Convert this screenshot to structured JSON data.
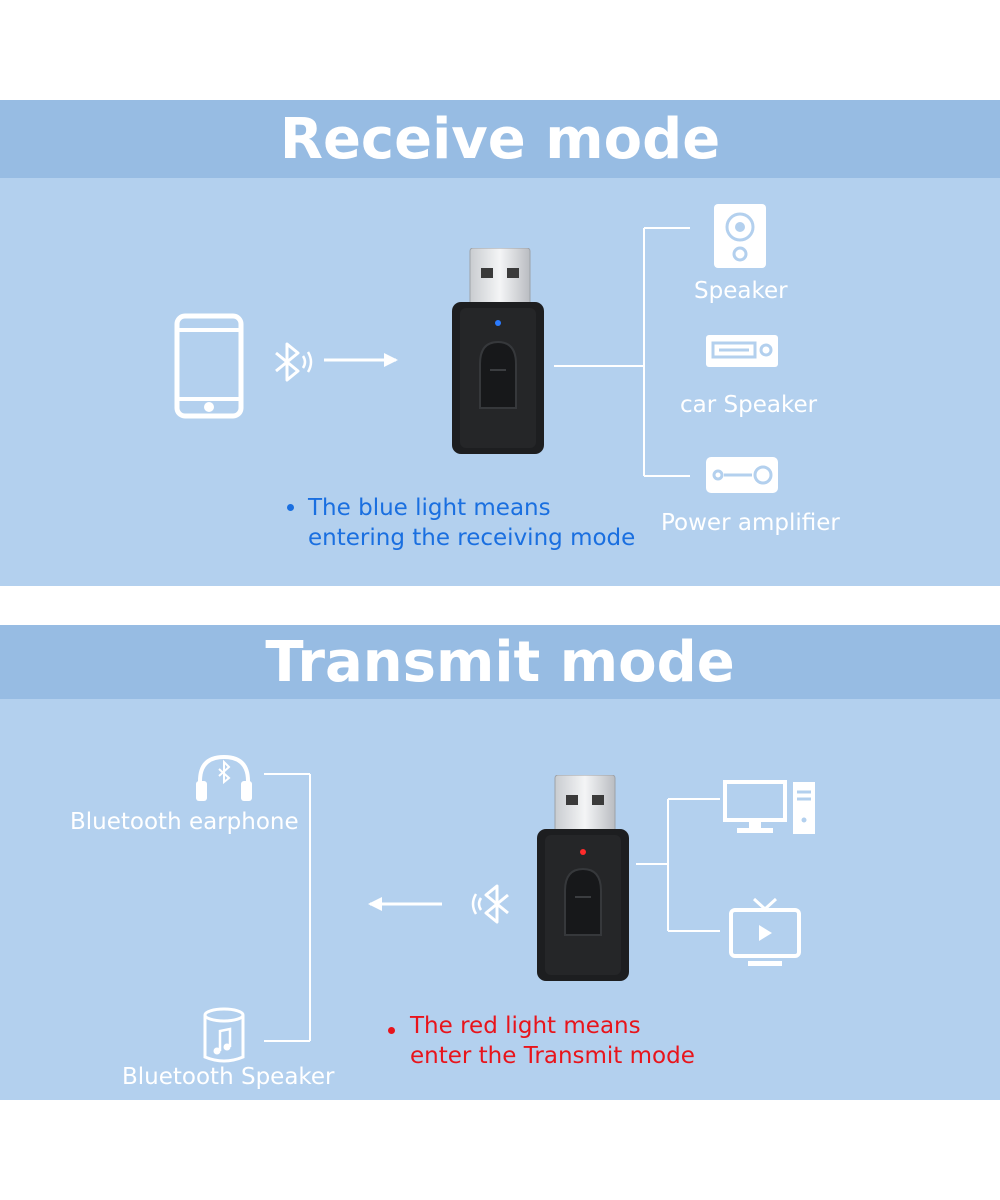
{
  "receive": {
    "title": "Receive mode",
    "outputs": {
      "speaker": "Speaker",
      "car_speaker": "car Speaker",
      "power_amplifier": "Power amplifier"
    },
    "note_line1": "The blue light means",
    "note_line2": "entering the receiving mode",
    "note_color": "#1a6fe0",
    "led_color": "#2b7bff",
    "icons": [
      "smartphone-icon",
      "bluetooth-icon",
      "arrow-right-icon",
      "usb-dongle-icon",
      "speaker-icon",
      "car-stereo-icon",
      "power-amplifier-icon"
    ]
  },
  "transmit": {
    "title": "Transmit mode",
    "targets": {
      "earphone": "Bluetooth earphone",
      "speaker": "Bluetooth Speaker"
    },
    "note_line1": "The red light means",
    "note_line2": "enter the Transmit mode",
    "note_color": "#e8141b",
    "led_color": "#ff2b2b",
    "icons": [
      "headphones-icon",
      "bluetooth-speaker-icon",
      "arrow-left-icon",
      "bluetooth-icon",
      "usb-dongle-icon",
      "desktop-computer-icon",
      "tv-icon"
    ]
  },
  "colors": {
    "header": "#97bce3",
    "panel": "#b3d0ee",
    "foreground": "#ffffff"
  }
}
